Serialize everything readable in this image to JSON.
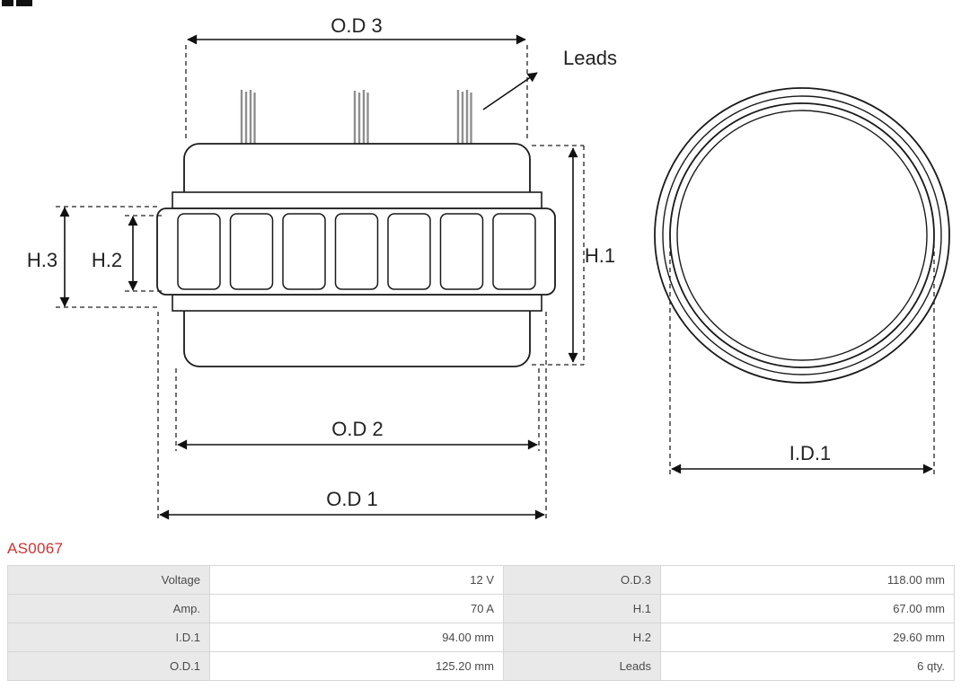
{
  "part_number": "AS0067",
  "diagram": {
    "labels": {
      "od3": "O.D 3",
      "leads": "Leads",
      "h1": "H.1",
      "h2": "H.2",
      "h3": "H.3",
      "od2": "O.D 2",
      "od1": "O.D 1",
      "id1": "I.D.1"
    }
  },
  "table": {
    "rows": [
      {
        "l1": "Voltage",
        "v1": "12 V",
        "l2": "O.D.3",
        "v2": "118.00 mm"
      },
      {
        "l1": "Amp.",
        "v1": "70 A",
        "l2": "H.1",
        "v2": "67.00 mm"
      },
      {
        "l1": "I.D.1",
        "v1": "94.00 mm",
        "l2": "H.2",
        "v2": "29.60 mm"
      },
      {
        "l1": "O.D.1",
        "v1": "125.20 mm",
        "l2": "Leads",
        "v2": "6 qty."
      }
    ]
  },
  "colors": {
    "accent_red": "#cc3333",
    "table_label_bg": "#e9e9e9",
    "table_border": "#d6d6d6",
    "line": "#1a1a1a"
  }
}
